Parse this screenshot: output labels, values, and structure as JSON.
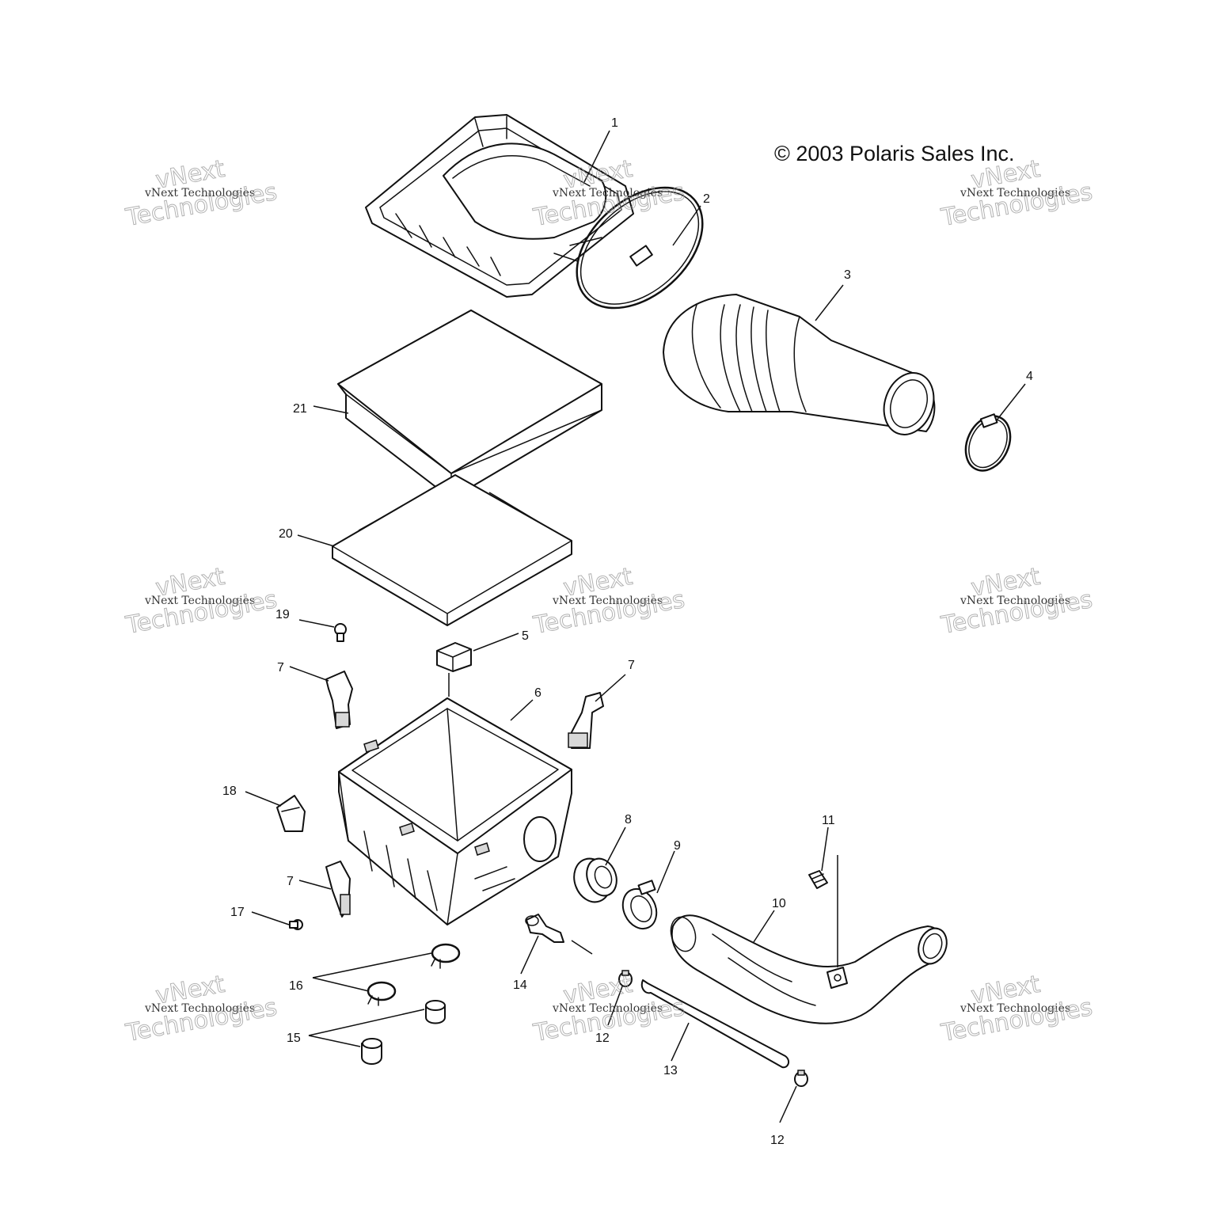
{
  "copyright": "© 2003 Polaris Sales Inc.",
  "watermark": {
    "line_small": "vNext Technologies",
    "big_top": "vNext",
    "big_bottom": "Technologies"
  },
  "callouts": {
    "c1": "1",
    "c2": "2",
    "c3": "3",
    "c4": "4",
    "c5": "5",
    "c6": "6",
    "c7a": "7",
    "c7b": "7",
    "c7c": "7",
    "c8": "8",
    "c9": "9",
    "c10": "10",
    "c11": "11",
    "c12a": "12",
    "c12b": "12",
    "c13": "13",
    "c14": "14",
    "c15": "15",
    "c16": "16",
    "c17": "17",
    "c18": "18",
    "c19": "19",
    "c20": "20",
    "c21": "21"
  }
}
